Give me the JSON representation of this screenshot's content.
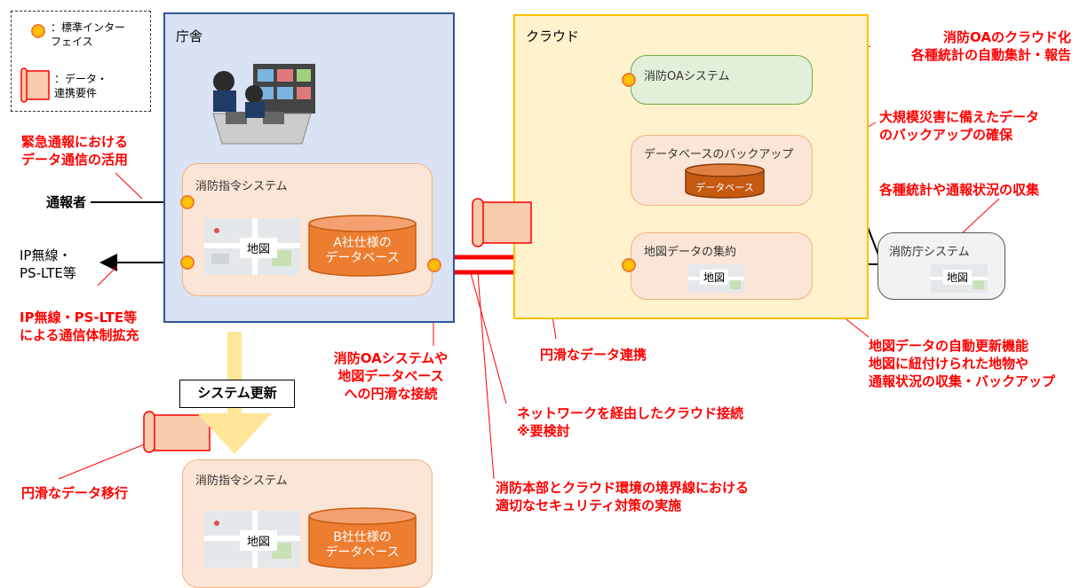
{
  "legend": {
    "interface_label": "：標準インター\nフェイス",
    "data_label": "：データ・\n連携要件"
  },
  "chosha": {
    "title": "庁舎",
    "system_title": "消防指令システム",
    "map_label": "地図",
    "db_label": "A社仕様の\nデータベース"
  },
  "cloud": {
    "title": "クラウド",
    "oa_system": "消防OAシステム",
    "backup": "データベースのバックアップ",
    "backup_db": "データベース",
    "map_collect": "地図データの集約",
    "map_label": "地図"
  },
  "fdma": {
    "title": "消防庁システム",
    "map_label": "地図"
  },
  "new_system": {
    "title": "消防指令システム",
    "map_label": "地図",
    "db_label": "B社仕様の\nデータベース"
  },
  "labels": {
    "caller": "通報者",
    "radio": "IP無線・\nPS-LTE等",
    "system_update": "システム更新"
  },
  "annotations": {
    "emergency": "緊急通報における\nデータ通信の活用",
    "radio_expand": "IP無線・PS-LTE等\nによる通信体制拡充",
    "smooth_connect": "消防OAシステムや\n地図データベース\nへの円滑な接続",
    "network": "ネットワークを経由したクラウド接続\n※要検討",
    "security": "消防本部とクラウド環境の境界線における\n適切なセキュリティ対策の実施",
    "migration": "円滑なデータ移行",
    "smooth_link": "円滑なデータ連携",
    "oa_cloud": "消防OAのクラウド化\n各種統計の自動集計・報告",
    "disaster": "大規模災害に備えたデータ\nのバックアップの確保",
    "stats": "各種統計や通報状況の収集",
    "map_auto": "地図データの自動更新機能\n地図に紐付けられた地物や\n通報状況の収集・バックアップ"
  },
  "colors": {
    "annotation": "#ff0000",
    "interface": "#ffc000",
    "chosha_bg": "#dae3f3",
    "cloud_bg": "#fff2cc"
  }
}
